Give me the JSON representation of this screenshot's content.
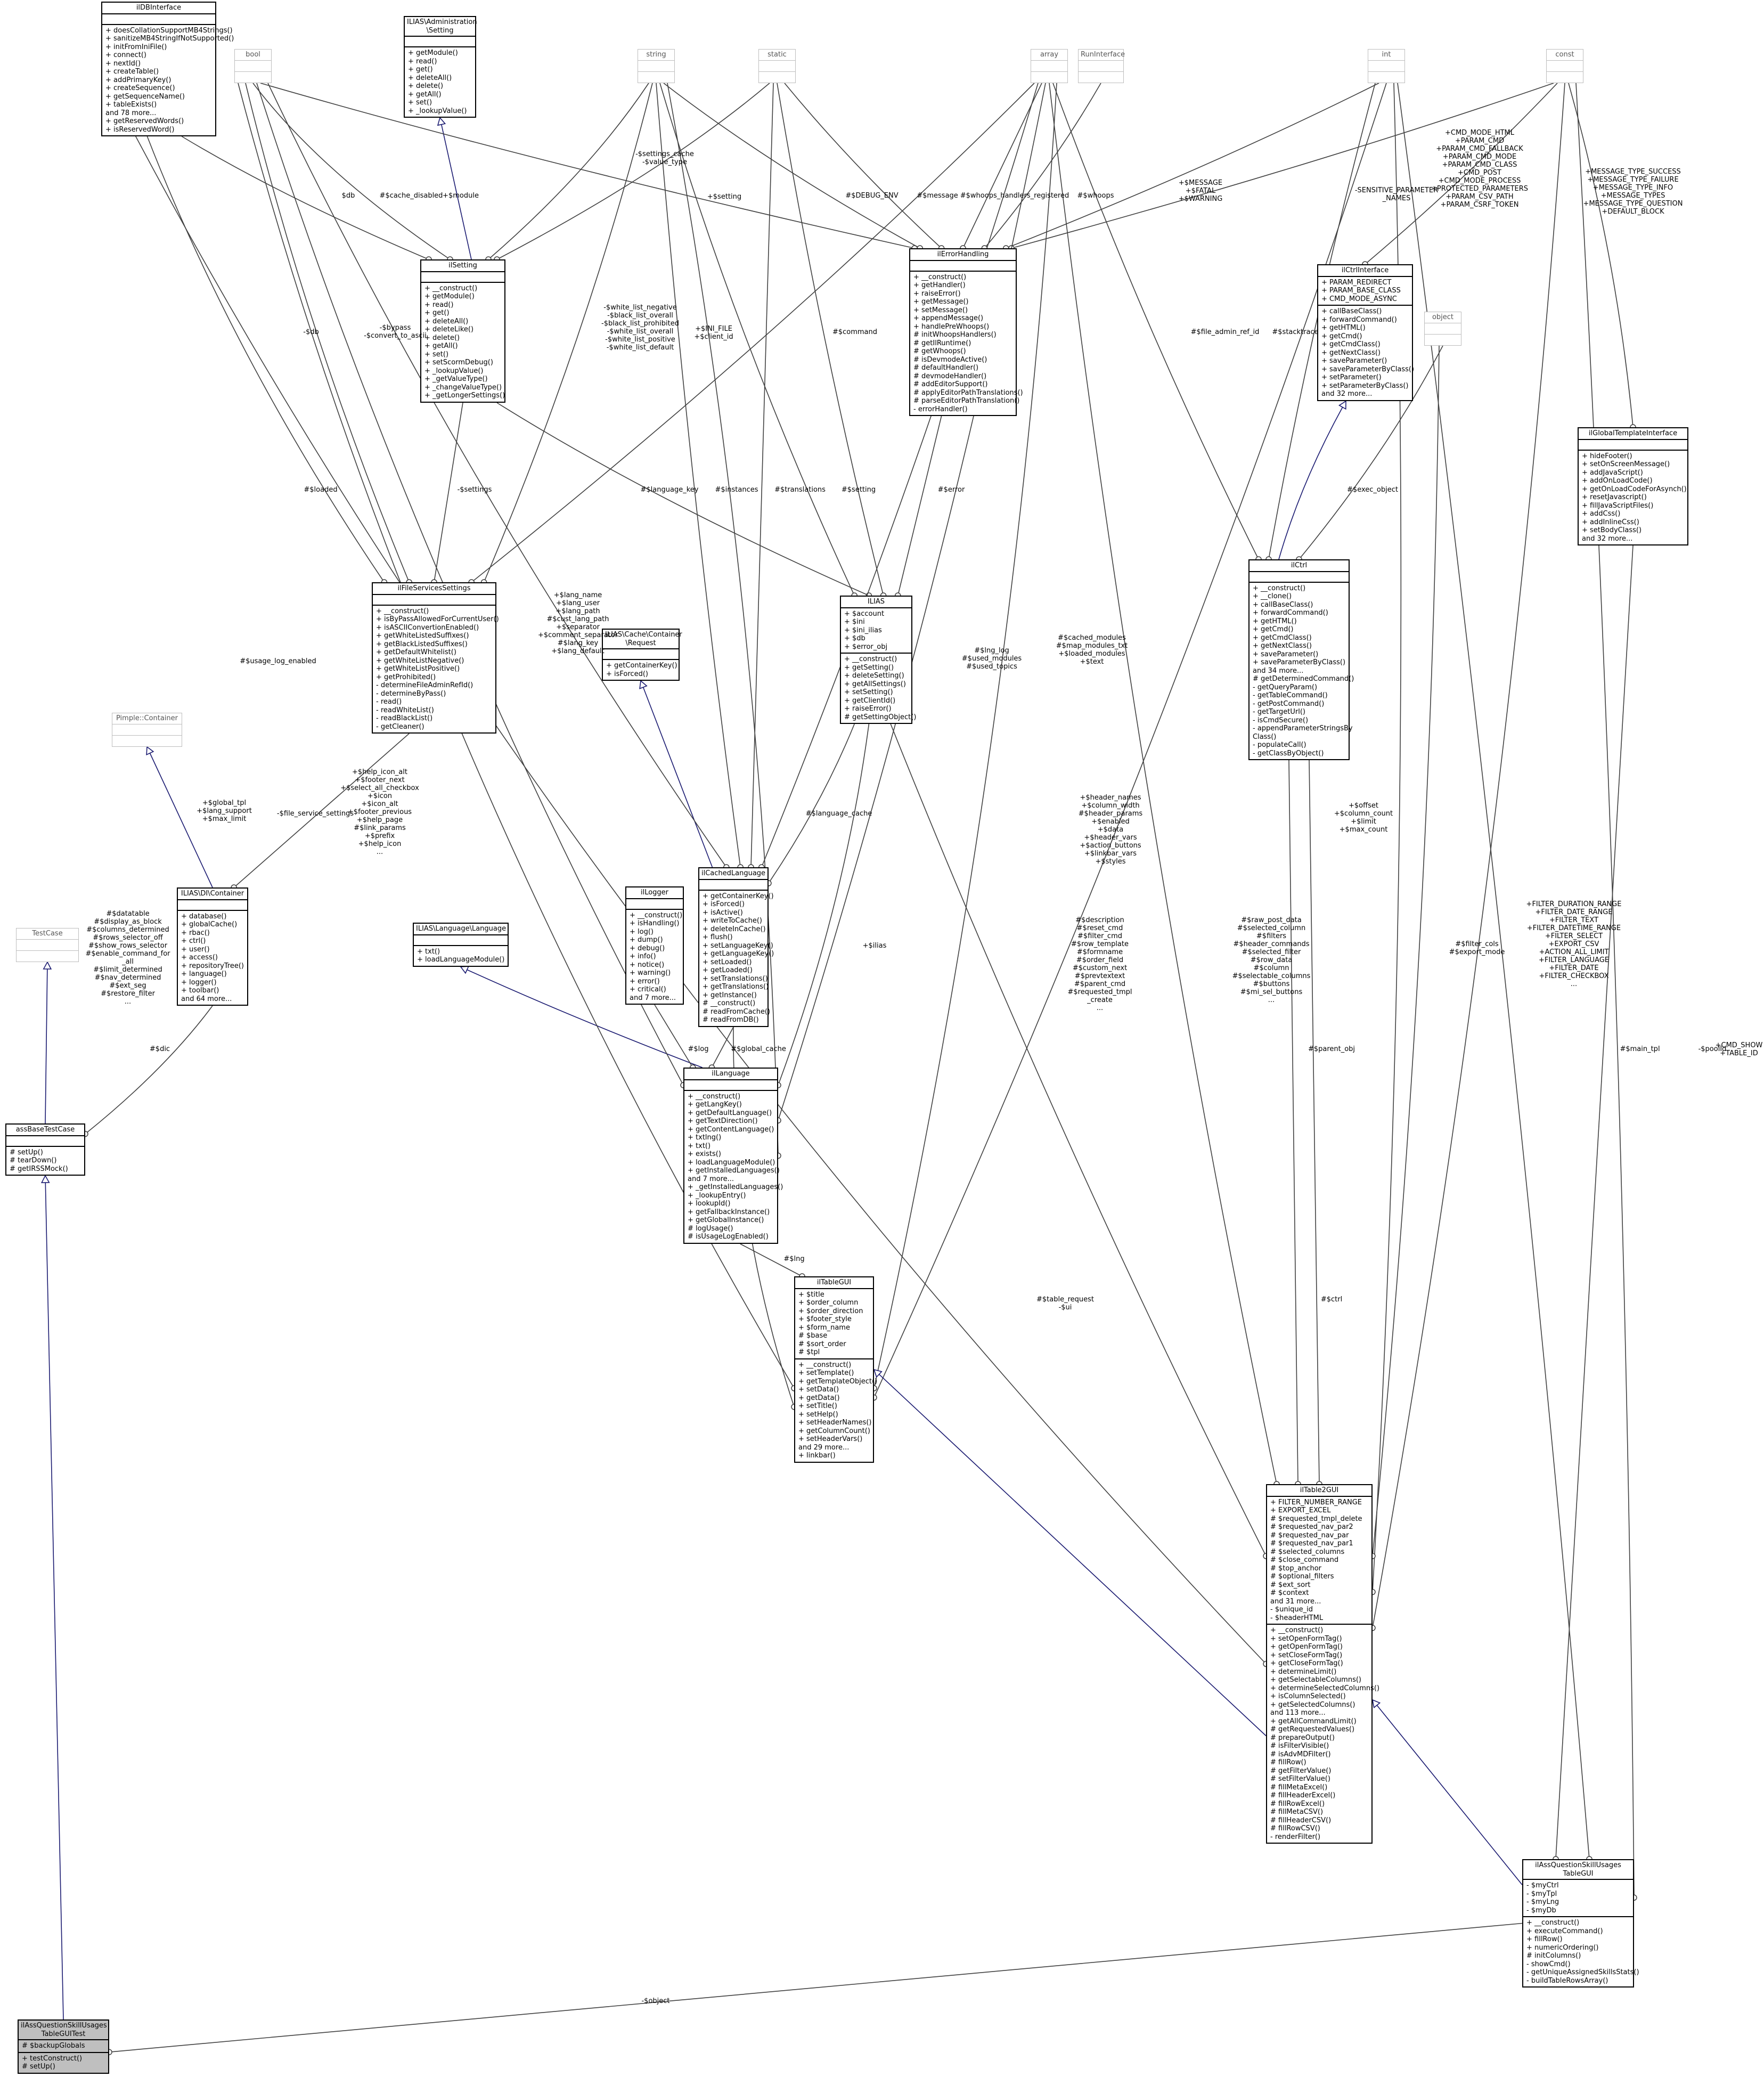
{
  "nodes": [
    {
      "id": "ilDBInterface",
      "title": "ilDBInterface",
      "attrs": [],
      "methods": [
        "+ doesCollationSupportMB4Strings()",
        "+ sanitizeMB4StringIfNotSupported()",
        "+ initFromIniFile()",
        "+ connect()",
        "+ nextId()",
        "+ createTable()",
        "+ addPrimaryKey()",
        "+ createSequence()",
        "+ getSequenceName()",
        "+ tableExists()",
        "and 78 more...",
        "+ getReservedWords()",
        "+ isReservedWord()"
      ]
    },
    {
      "id": "bool",
      "title": "bool",
      "attrs": [],
      "methods": [],
      "empty": true
    },
    {
      "id": "ILIASAdminSetting",
      "title": "ILIAS\\Administration\n\\Setting",
      "attrs": [],
      "methods": [
        "+ getModule()",
        "+ read()",
        "+ get()",
        "+ deleteAll()",
        "+ delete()",
        "+ getAll()",
        "+ set()",
        "+ _lookupValue()"
      ]
    },
    {
      "id": "string",
      "title": "string",
      "attrs": [],
      "methods": [],
      "empty": true
    },
    {
      "id": "static",
      "title": "static",
      "attrs": [],
      "methods": [],
      "empty": true
    },
    {
      "id": "array",
      "title": "array",
      "attrs": [],
      "methods": [],
      "empty": true
    },
    {
      "id": "RunInterface",
      "title": "RunInterface",
      "attrs": [],
      "methods": [],
      "empty": true
    },
    {
      "id": "int",
      "title": "int",
      "attrs": [],
      "methods": [],
      "empty": true
    },
    {
      "id": "const",
      "title": "const",
      "attrs": [],
      "methods": [],
      "empty": true
    },
    {
      "id": "ilSetting",
      "title": "ilSetting",
      "attrs": [],
      "methods": [
        "+ __construct()",
        "+ getModule()",
        "+ read()",
        "+ get()",
        "+ deleteAll()",
        "+ deleteLike()",
        "+ delete()",
        "+ getAll()",
        "+ set()",
        "+ setScormDebug()",
        "+ _lookupValue()",
        "+ _getValueType()",
        "+ _changeValueType()",
        "+ _getLongerSettings()"
      ]
    },
    {
      "id": "ilErrorHandling",
      "title": "ilErrorHandling",
      "attrs": [],
      "methods": [
        "+ __construct()",
        "+ getHandler()",
        "+ raiseError()",
        "+ getMessage()",
        "+ setMessage()",
        "+ appendMessage()",
        "+ handlePreWhoops()",
        "# initWhoopsHandlers()",
        "# getIlRuntime()",
        "# getWhoops()",
        "# isDevmodeActive()",
        "# defaultHandler()",
        "# devmodeHandler()",
        "# addEditorSupport()",
        "# applyEditorPathTranslations()",
        "# parseEditorPathTranslation()",
        "- errorHandler()"
      ]
    },
    {
      "id": "ilCtrlInterface",
      "title": "ilCtrlInterface",
      "attrs": [
        "+ PARAM_REDIRECT",
        "+ PARAM_BASE_CLASS",
        "+ CMD_MODE_ASYNC"
      ],
      "methods": [
        "+ callBaseClass()",
        "+ forwardCommand()",
        "+ getHTML()",
        "+ getCmd()",
        "+ getCmdClass()",
        "+ getNextClass()",
        "+ saveParameter()",
        "+ saveParameterByClass()",
        "+ setParameter()",
        "+ setParameterByClass()",
        "and 32 more..."
      ]
    },
    {
      "id": "object",
      "title": "object",
      "attrs": [],
      "methods": [],
      "empty": true
    },
    {
      "id": "ilGlobalTemplateInterface",
      "title": "ilGlobalTemplateInterface",
      "attrs": [],
      "methods": [
        "+ hideFooter()",
        "+ setOnScreenMessage()",
        "+ addJavaScript()",
        "+ addOnLoadCode()",
        "+ getOnLoadCodeForAsynch()",
        "+ resetJavascript()",
        "+ fillJavaScriptFiles()",
        "+ addCss()",
        "+ addInlineCss()",
        "+ setBodyClass()",
        "and 32 more..."
      ]
    },
    {
      "id": "ilFileServicesSettings",
      "title": "ilFileServicesSettings",
      "attrs": [],
      "methods": [
        "+ __construct()",
        "+ isByPassAllowedForCurrentUser()",
        "+ isASCIIConvertionEnabled()",
        "+ getWhiteListedSuffixes()",
        "+ getBlackListedSuffixes()",
        "+ getDefaultWhitelist()",
        "+ getWhiteListNegative()",
        "+ getWhiteListPositive()",
        "+ getProhibited()",
        "- determineFileAdminRefId()",
        "- determineByPass()",
        "- read()",
        "- readWhiteList()",
        "- readBlackList()",
        "- getCleaner()"
      ]
    },
    {
      "id": "ILIAS",
      "title": "ILIAS",
      "attrs": [
        "+ $account",
        "+ $ini",
        "+ $ini_ilias",
        "+ $db",
        "+ $error_obj"
      ],
      "methods": [
        "+ __construct()",
        "+ getSetting()",
        "+ deleteSetting()",
        "+ getAllSettings()",
        "+ setSetting()",
        "+ getClientId()",
        "+ raiseError()",
        "# getSettingObject()"
      ]
    },
    {
      "id": "ILIASCacheContainerRequest",
      "title": "ILIAS\\Cache\\Container\n\\Request",
      "attrs": [],
      "methods": [
        "+ getContainerKey()",
        "+ isForced()"
      ]
    },
    {
      "id": "ilCtrl",
      "title": "ilCtrl",
      "attrs": [],
      "methods": [
        "+ __construct()",
        "+ __clone()",
        "+ callBaseClass()",
        "+ forwardCommand()",
        "+ getHTML()",
        "+ getCmd()",
        "+ getCmdClass()",
        "+ getNextClass()",
        "+ saveParameter()",
        "+ saveParameterByClass()",
        "and 34 more...",
        "# getDeterminedCommand()",
        "- getQueryParam()",
        "- getTableCommand()",
        "- getPostCommand()",
        "- getTargetUrl()",
        "- isCmdSecure()",
        "- appendParameterStringsBy",
        "Class()",
        "- populateCall()",
        "- getClassByObject()"
      ]
    },
    {
      "id": "PimpleContainer",
      "title": "Pimple::Container",
      "attrs": [],
      "methods": [],
      "empty": true
    },
    {
      "id": "ilCachedLanguage",
      "title": "ilCachedLanguage",
      "attrs": [],
      "methods": [
        "+ getContainerKey()",
        "+ isForced()",
        "+ isActive()",
        "+ writeToCache()",
        "+ deleteInCache()",
        "+ flush()",
        "+ setLanguageKey()",
        "+ getLanguageKey()",
        "+ setLoaded()",
        "+ getLoaded()",
        "+ setTranslations()",
        "+ getTranslations()",
        "+ getInstance()",
        "# __construct()",
        "# readFromCache()",
        "# readFromDB()"
      ]
    },
    {
      "id": "ilLogger",
      "title": "ilLogger",
      "attrs": [],
      "methods": [
        "+ __construct()",
        "+ isHandling()",
        "+ log()",
        "+ dump()",
        "+ debug()",
        "+ info()",
        "+ notice()",
        "+ warning()",
        "+ error()",
        "+ critical()",
        "and 7 more..."
      ]
    },
    {
      "id": "TestCase",
      "title": "TestCase",
      "attrs": [],
      "methods": [],
      "empty": true
    },
    {
      "id": "ILIASDIContainer",
      "title": "ILIAS\\DI\\Container",
      "attrs": [],
      "methods": [
        "+ database()",
        "+ globalCache()",
        "+ rbac()",
        "+ ctrl()",
        "+ user()",
        "+ access()",
        "+ repositoryTree()",
        "+ language()",
        "+ logger()",
        "+ toolbar()",
        "and 64 more..."
      ]
    },
    {
      "id": "ILIASLanguageLanguage",
      "title": "ILIAS\\Language\\Language",
      "attrs": [],
      "methods": [
        "+ txt()",
        "+ loadLanguageModule()"
      ]
    },
    {
      "id": "ilLanguage",
      "title": "ilLanguage",
      "attrs": [],
      "methods": [
        "+ __construct()",
        "+ getLangKey()",
        "+ getDefaultLanguage()",
        "+ getTextDirection()",
        "+ getContentLanguage()",
        "+ txtlng()",
        "+ txt()",
        "+ exists()",
        "+ loadLanguageModule()",
        "+ getInstalledLanguages()",
        "and 7 more...",
        "+ _getInstalledLanguages()",
        "+ _lookupEntry()",
        "+ lookupId()",
        "+ getFallbackInstance()",
        "+ getGlobalInstance()",
        "# logUsage()",
        "# isUsageLogEnabled()"
      ]
    },
    {
      "id": "assBaseTestCase",
      "title": "assBaseTestCase",
      "attrs": [],
      "methods": [
        "# setUp()",
        "# tearDown()",
        "# getIRSSMock()"
      ]
    },
    {
      "id": "ilTableGUI",
      "title": "ilTableGUI",
      "attrs": [
        "+ $title",
        "+ $order_column",
        "+ $order_direction",
        "+ $footer_style",
        "+ $form_name",
        "# $base",
        "# $sort_order",
        "# $tpl"
      ],
      "methods": [
        "+ __construct()",
        "+ setTemplate()",
        "+ getTemplateObject()",
        "+ setData()",
        "+ getData()",
        "+ setTitle()",
        "+ setHelp()",
        "+ setHeaderNames()",
        "+ getColumnCount()",
        "+ setHeaderVars()",
        "and 29 more...",
        "+ linkbar()"
      ]
    },
    {
      "id": "ilTable2GUI",
      "title": "ilTable2GUI",
      "attrs": [
        "+ FILTER_NUMBER_RANGE",
        "+ EXPORT_EXCEL",
        "# $requested_tmpl_delete",
        "# $requested_nav_par2",
        "# $requested_nav_par",
        "# $requested_nav_par1",
        "# $selected_columns",
        "# $close_command",
        "# $top_anchor",
        "# $optional_filters",
        "# $ext_sort",
        "# $context",
        "and 31 more...",
        "- $unique_id",
        "- $headerHTML"
      ],
      "methods": [
        "+ __construct()",
        "+ setOpenFormTag()",
        "+ getOpenFormTag()",
        "+ setCloseFormTag()",
        "+ getCloseFormTag()",
        "+ determineLimit()",
        "+ getSelectableColumns()",
        "+ determineSelectedColumns()",
        "+ isColumnSelected()",
        "+ getSelectedColumns()",
        "and 113 more...",
        "+ getAllCommandLimit()",
        "# getRequestedValues()",
        "# prepareOutput()",
        "# isFilterVisible()",
        "# isAdvMDFilter()",
        "# fillRow()",
        "# getFilterValue()",
        "# setFilterValue()",
        "# fillMetaExcel()",
        "# fillHeaderExcel()",
        "# fillRowExcel()",
        "# fillMetaCSV()",
        "# fillHeaderCSV()",
        "# fillRowCSV()",
        "- renderFilter()"
      ]
    },
    {
      "id": "ilAssQuestionSkillUsagesTableGUI",
      "title": "ilAssQuestionSkillUsages\nTableGUI",
      "attrs": [
        "- $myCtrl",
        "- $myTpl",
        "- $myLng",
        "- $myDb"
      ],
      "methods": [
        "+ __construct()",
        "+ executeCommand()",
        "+ fillRow()",
        "+ numericOrdering()",
        "# initColumns()",
        "- showCmd()",
        "- getUniqueAssignedSkillsStats()",
        "- buildTableRowsArray()"
      ]
    },
    {
      "id": "ilAssQuestionSkillUsagesTableGUITest",
      "title": "ilAssQuestionSkillUsages\nTableGUITest",
      "attrs": [
        "# $backupGlobals"
      ],
      "methods": [
        "+ testConstruct()",
        "# setUp()"
      ],
      "highlight": true
    }
  ],
  "edge_labels": [
    {
      "id": "el-db",
      "text": "$db"
    },
    {
      "id": "el-cache-disabled",
      "text": "#$cache_disabled"
    },
    {
      "id": "el-module",
      "text": "+$module"
    },
    {
      "id": "el-settings-cache",
      "text": "-$settings_cache\n-$value_type"
    },
    {
      "id": "el-setting",
      "text": "+$setting"
    },
    {
      "id": "el-debug-env",
      "text": "#$DEBUG_ENV"
    },
    {
      "id": "el-message",
      "text": "#$message"
    },
    {
      "id": "el-whoops-reg",
      "text": "#$whoops_handlers_registered"
    },
    {
      "id": "el-whoops",
      "text": "#$whoops"
    },
    {
      "id": "el-msg-fatal",
      "text": "+$MESSAGE\n+$FATAL\n+$WARNING"
    },
    {
      "id": "el-sensitive",
      "text": "-SENSITIVE_PARAMETER\n_NAMES"
    },
    {
      "id": "el-cmd-mode",
      "text": "+CMD_MODE_HTML\n+PARAM_CMD\n+PARAM_CMD_FALLBACK\n+PARAM_CMD_MODE\n+PARAM_CMD_CLASS\n+CMD_POST\n+CMD_MODE_PROCESS\n+PROTECTED_PARAMETERS\n+PARAM_CSV_PATH\n+PARAM_CSRF_TOKEN"
    },
    {
      "id": "el-msg-types",
      "text": "+MESSAGE_TYPE_SUCCESS\n+MESSAGE_TYPE_FAILURE\n+MESSAGE_TYPE_INFO\n+MESSAGE_TYPES\n+MESSAGE_TYPE_QUESTION\n+DEFAULT_BLOCK"
    },
    {
      "id": "el-db2",
      "text": "-$db"
    },
    {
      "id": "el-bypass",
      "text": "-$bypass\n-$convert_to_ascii"
    },
    {
      "id": "el-whitelist",
      "text": "-$white_list_negative\n-$black_list_overall\n-$black_list_prohibited\n-$white_list_overall\n-$white_list_positive\n-$white_list_default"
    },
    {
      "id": "el-ini-file",
      "text": "+$INI_FILE\n+$client_id"
    },
    {
      "id": "el-command",
      "text": "#$command"
    },
    {
      "id": "el-file-admin",
      "text": "#$file_admin_ref_id"
    },
    {
      "id": "el-stacktrace",
      "text": "#$stacktrace"
    },
    {
      "id": "el-settings",
      "text": "-$settings"
    },
    {
      "id": "el-loaded",
      "text": "#$loaded"
    },
    {
      "id": "el-language-key",
      "text": "#$language_key"
    },
    {
      "id": "el-instances",
      "text": "#$instances"
    },
    {
      "id": "el-translations",
      "text": "#$translations"
    },
    {
      "id": "el-setting2",
      "text": "#$setting"
    },
    {
      "id": "el-error",
      "text": "#$error"
    },
    {
      "id": "el-exec-object",
      "text": "#$exec_object"
    },
    {
      "id": "el-usage-log",
      "text": "#$usage_log_enabled"
    },
    {
      "id": "el-lang-name",
      "text": "+$lang_name\n+$lang_user\n+$lang_path\n#$cust_lang_path\n+$separator\n+$comment_separator\n#$lang_key\n+$lang_default"
    },
    {
      "id": "el-lng-log",
      "text": "#$lng_log\n#$used_modules\n#$used_topics"
    },
    {
      "id": "el-cached-modules",
      "text": "#$cached_modules\n#$map_modules_txt\n+$loaded_modules\n+$text"
    },
    {
      "id": "el-help-icon",
      "text": "+$help_icon_alt\n+$footer_next\n+$select_all_checkbox\n+$icon\n+$icon_alt\n+$footer_previous\n+$help_page\n#$link_params\n+$prefix\n+$help_icon\n..."
    },
    {
      "id": "el-file-service",
      "text": "-$file_service_settings"
    },
    {
      "id": "el-global-tpl",
      "text": "+$global_tpl\n+$lang_support\n+$max_limit"
    },
    {
      "id": "el-language-cache",
      "text": "#$language_cache"
    },
    {
      "id": "el-header-names",
      "text": "+$header_names\n+$column_width\n#$header_params\n+$enabled\n+$data\n+$header_vars\n+$action_buttons\n+$linkbar_vars\n+$styles"
    },
    {
      "id": "el-offset",
      "text": "+$offset\n+$column_count\n+$limit\n+$max_count"
    },
    {
      "id": "el-datatable",
      "text": "#$datatable\n#$display_as_block\n#$columns_determined\n#$rows_selector_off\n#$show_rows_selector\n#$enable_command_for\n_all\n#$limit_determined\n#$nav_determined\n#$ext_seg\n#$restore_filter\n..."
    },
    {
      "id": "el-ilias",
      "text": "+$ilias"
    },
    {
      "id": "el-description",
      "text": "#$description\n#$reset_cmd\n#$filter_cmd\n#$row_template\n#$formname\n#$order_field\n#$custom_next\n#$prevtextext\n#$parent_cmd\n#$requested_tmpl\n_create\n..."
    },
    {
      "id": "el-raw-post",
      "text": "#$raw_post_data\n#$selected_column\n#$filters\n#$header_commands\n#$selected_filter\n#$row_data\n#$column\n#$selectable_columns\n#$buttons\n#$mi_sel_buttons\n..."
    },
    {
      "id": "el-filter-cols",
      "text": "#$filter_cols\n#$export_mode"
    },
    {
      "id": "el-filter-duration",
      "text": "+FILTER_DURATION_RANGE\n+FILTER_DATE_RANGE\n+FILTER_TEXT\n+FILTER_DATETIME_RANGE\n+FILTER_SELECT\n+EXPORT_CSV\n+ACTION_ALL_LIMIT\n+FILTER_LANGUAGE\n+FILTER_DATE\n+FILTER_CHECKBOX\n..."
    },
    {
      "id": "el-dic",
      "text": "#$dic"
    },
    {
      "id": "el-log",
      "text": "#$log"
    },
    {
      "id": "el-global-cache",
      "text": "#$global_cache"
    },
    {
      "id": "el-parent-obj",
      "text": "#$parent_obj"
    },
    {
      "id": "el-main-tpl",
      "text": "#$main_tpl"
    },
    {
      "id": "el-poolid",
      "text": "-$poolId"
    },
    {
      "id": "el-cmd-show",
      "text": "+CMD_SHOW\n+TABLE_ID"
    },
    {
      "id": "el-lng",
      "text": "#$lng"
    },
    {
      "id": "el-table-request",
      "text": "#$table_request\n-$ui"
    },
    {
      "id": "el-ctrl",
      "text": "#$ctrl"
    },
    {
      "id": "el-object",
      "text": "-$object"
    }
  ]
}
